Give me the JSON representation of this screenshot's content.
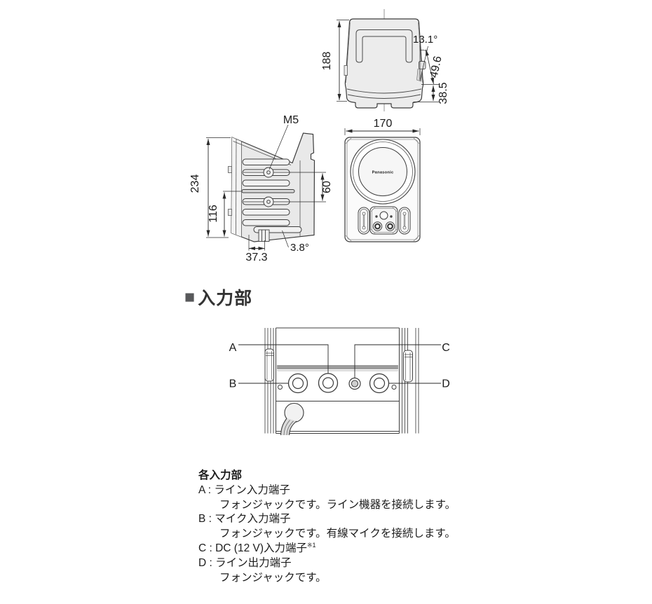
{
  "section_header": {
    "marker": "■",
    "title": "入力部"
  },
  "top_view": {
    "depth_dim": "188",
    "angle_dim": "13.1°",
    "slant_dim": "49.6",
    "offset_dim": "38.5"
  },
  "side_view": {
    "height_dim": "234",
    "lower_dim": "116",
    "screw_label": "M5",
    "pitch_dim": "60",
    "angle_dim": "3.8°",
    "foot_dim": "37.3"
  },
  "front_view": {
    "width_dim": "170",
    "brand": "Panasonic"
  },
  "input_view": {
    "label_a": "A",
    "label_b": "B",
    "label_c": "C",
    "label_d": "D"
  },
  "descriptions": {
    "title": "各入力部",
    "lines": [
      {
        "text": "A : ライン入力端子"
      },
      {
        "text": "フォンジャックです。ライン機器を接続します。"
      },
      {
        "text": "B : マイク入力端子"
      },
      {
        "text": "フォンジャックです。有線マイクを接続します。"
      },
      {
        "text": "C : DC (12 V)入力端子",
        "sup": "※1"
      },
      {
        "text": "D : ライン出力端子"
      },
      {
        "text": "フォンジャックです。"
      }
    ]
  }
}
